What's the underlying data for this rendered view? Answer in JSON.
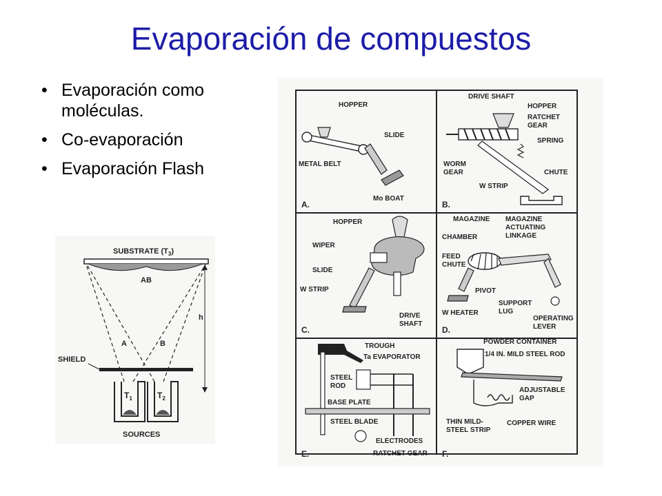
{
  "slide": {
    "title": "Evaporación de compuestos",
    "bullets": [
      "Evaporación como moléculas.",
      "Co-evaporación",
      "Evaporación Flash"
    ]
  },
  "coevap_diagram": {
    "substrate": "SUBSTRATE (T",
    "substrate_sub": "3",
    "substrate_close": ")",
    "deposit": "AB",
    "beam_a": "A",
    "beam_b": "B",
    "height": "h",
    "shield": "SHIELD",
    "source1": "T",
    "source1_sub": "1",
    "source2": "T",
    "source2_sub": "2",
    "sources": "SOURCES"
  },
  "flash_panels": {
    "a": {
      "letter": "A.",
      "hopper": "HOPPER",
      "slide": "SLIDE",
      "belt": "METAL BELT",
      "boat": "Mo BOAT"
    },
    "b": {
      "letter": "B.",
      "shaft": "DRIVE SHAFT",
      "hopper": "HOPPER",
      "ratchet1": "RATCHET",
      "ratchet2": "GEAR",
      "spring": "SPRING",
      "worm1": "WORM",
      "worm2": "GEAR",
      "chute": "CHUTE",
      "strip": "W STRIP"
    },
    "c": {
      "letter": "C.",
      "hopper": "HOPPER",
      "wiper": "WIPER",
      "slide": "SLIDE",
      "strip": "W STRIP",
      "drive1": "DRIVE",
      "drive2": "SHAFT"
    },
    "d": {
      "letter": "D.",
      "magazine": "MAGAZINE",
      "mag1": "MAGAZINE",
      "mag2": "ACTUATING",
      "mag3": "LINKAGE",
      "chamber": "CHAMBER",
      "feed1": "FEED",
      "feed2": "CHUTE",
      "pivot": "PIVOT",
      "support1": "SUPPORT",
      "support2": "LUG",
      "heater": "W HEATER",
      "lever1": "OPERATING",
      "lever2": "LEVER"
    },
    "e": {
      "letter": "E.",
      "trough": "TROUGH",
      "evap": "Ta EVAPORATOR",
      "rod1": "STEEL",
      "rod2": "ROD",
      "base": "BASE PLATE",
      "blade": "STEEL BLADE",
      "electrodes": "ELECTRODES",
      "ratchet": "RATCHET GEAR"
    },
    "f": {
      "letter": "F.",
      "container": "POWDER CONTAINER",
      "rod": "1/4 IN. MILD STEEL ROD",
      "gap1": "ADJUSTABLE",
      "gap2": "GAP",
      "strip1": "THIN MILD-",
      "strip2": "STEEL STRIP",
      "wire": "COPPER WIRE"
    }
  }
}
